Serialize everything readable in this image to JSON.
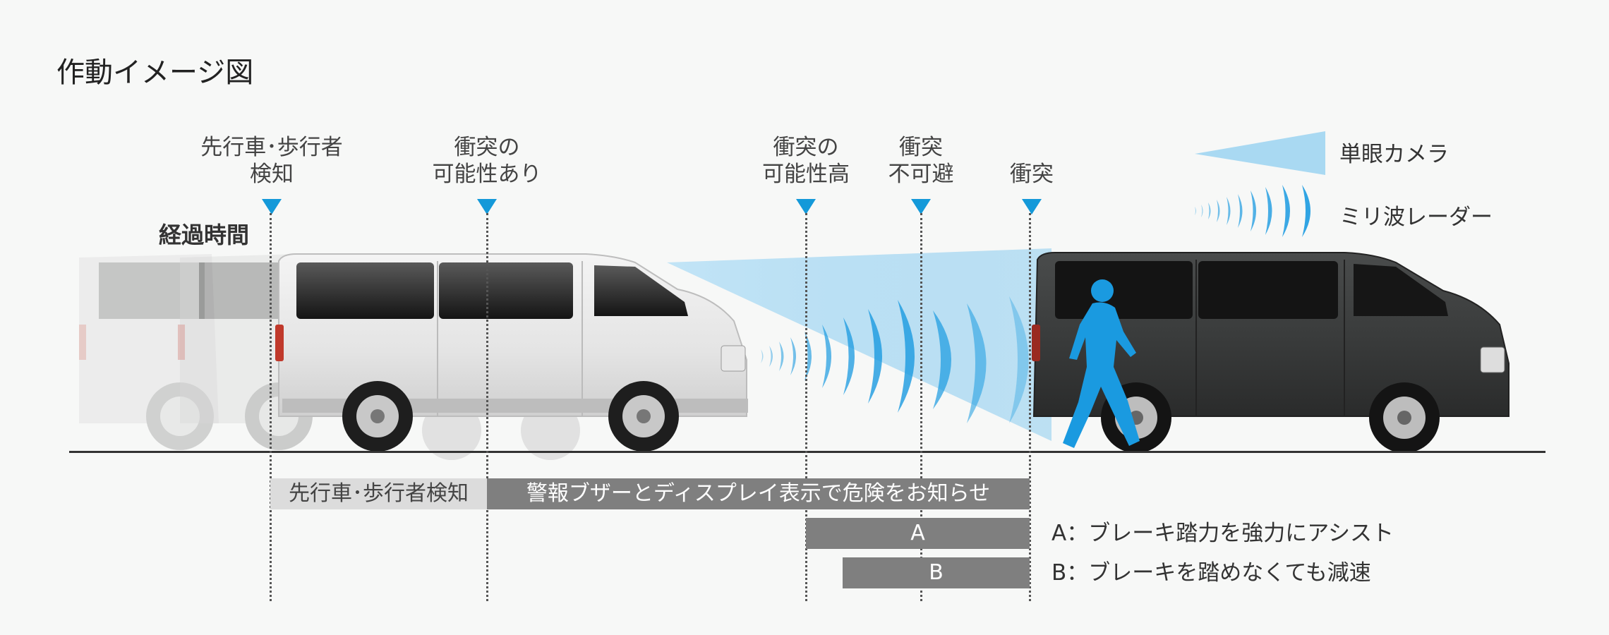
{
  "title": "作動イメージ図",
  "elapsed_label": "経過時間",
  "stages": [
    {
      "line1": "先行車･歩行者",
      "line2": "検知"
    },
    {
      "line1": "衝突の",
      "line2": "可能性あり"
    },
    {
      "line1": "衝突の",
      "line2": "可能性高"
    },
    {
      "line1": "衝突",
      "line2": "不可避"
    },
    {
      "line1": "衝突",
      "line2": ""
    }
  ],
  "bars": {
    "detect": "先行車･歩行者検知",
    "warning": "警報ブザーとディスプレイ表示で危険をお知らせ",
    "a": "A",
    "b": "B"
  },
  "notes": {
    "a": "A：ブレーキ踏力を強力にアシスト",
    "b": "B：ブレーキを踏めなくても減速"
  },
  "legend": {
    "camera": "単眼カメラ",
    "radar": "ミリ波レーダー"
  },
  "colors": {
    "accent": "#1499d9",
    "beam": "#9fd4f0",
    "pedestrian": "#1a9ae0",
    "bar_dark": "#7f7f7f",
    "bar_light": "#dcdcdc"
  }
}
